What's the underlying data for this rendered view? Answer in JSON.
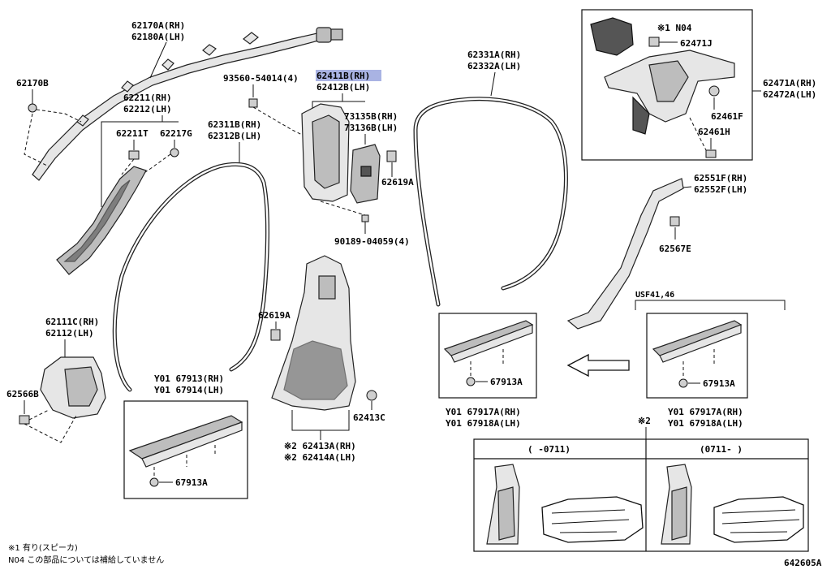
{
  "labels": {
    "p62170a": "62170A(RH)",
    "p62180a": "62180A(LH)",
    "p62170b": "62170B",
    "p62211": "62211(RH)",
    "p62212": "62212(LH)",
    "p62211t": "62211T",
    "p62217g": "62217G",
    "p62111c": "62111C(RH)",
    "p62112": "62112(LH)",
    "p62566b": "62566B",
    "p62311b": "62311B(RH)",
    "p62312b": "62312B(LH)",
    "p93560": "93560-54014(4)",
    "p62411b": "62411B(RH)",
    "p62412b": "62412B(LH)",
    "p73135b": "73135B(RH)",
    "p73136b": "73136B(LH)",
    "p62619a_1": "62619A",
    "p90189": "90189-04059(4)",
    "p62619a_2": "62619A",
    "p62413c": "62413C",
    "p62413a": "※2 62413A(RH)",
    "p62414a": "※2 62414A(LH)",
    "p62331a": "62331A(RH)",
    "p62332a": "62332A(LH)",
    "p62471a": "62471A(RH)",
    "p62472a": "62472A(LH)",
    "p62461f": "62461F",
    "p62461h": "62461H",
    "p62471j": "62471J",
    "n04": "※1 N04",
    "p62551f": "62551F(RH)",
    "p62552f": "62552F(LH)",
    "p62567e": "62567E",
    "usf": "USF41,46",
    "y01_67913": "Y01 67913(RH)",
    "y01_67914": "Y01 67914(LH)",
    "clip_a": "67913A",
    "clip_b": "67913A",
    "clip_c": "67913A",
    "y01_67917a_1": "Y01 67917A(RH)",
    "y01_67918a_1": "Y01 67918A(LH)",
    "y01_67917a_2": "Y01 67917A(RH)",
    "y01_67918a_2": "Y01 67918A(LH)",
    "mark2": "※2",
    "col1": "(     -0711)",
    "col2": "(0711-     )"
  },
  "notes": {
    "line1": "※1 有り(スピーカ)",
    "line2": "N04 この部品については補給していません"
  },
  "diagram_id": "642605A",
  "highlight_color": "#a9b3e3"
}
